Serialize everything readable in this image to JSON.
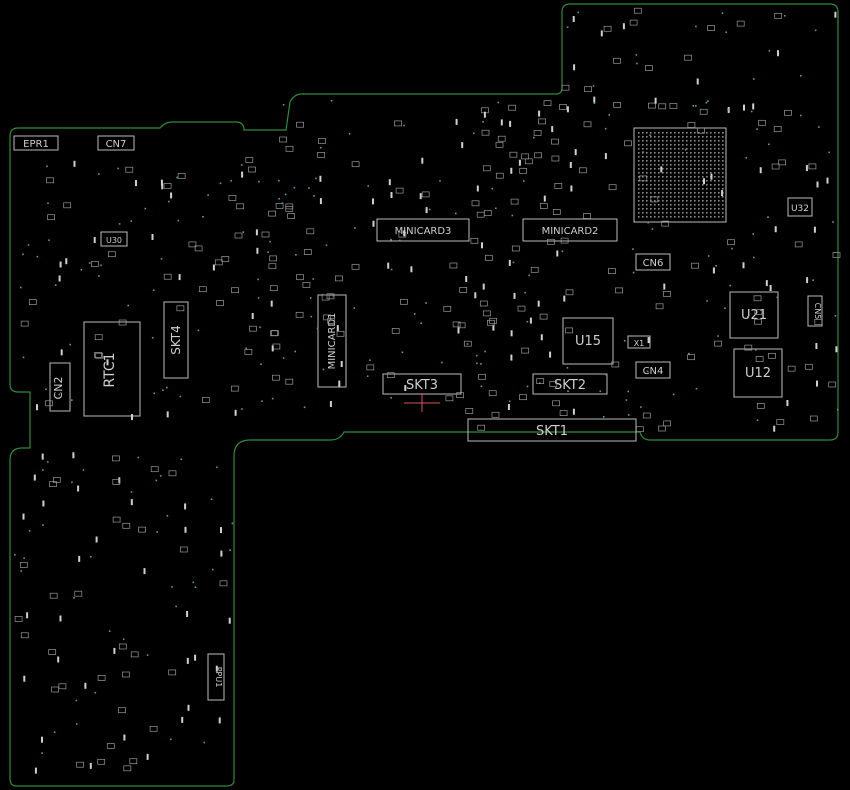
{
  "board": {
    "outline_color": "#2e8b3a",
    "component_color": "#bdbdbd",
    "label_color": "#cfcfcf",
    "pin_color": "#4aa3a0",
    "cross_color": "#d9534f"
  },
  "components": {
    "skt1": "SKT1",
    "skt2": "SKT2",
    "skt3": "SKT3",
    "skt4": "SKT4",
    "minicard1": "MINICARD1",
    "minicard2": "MINICARD2",
    "minicard3": "MINICARD3",
    "rtc1": "RTC1",
    "cn2": "CN2",
    "cn4": "CN4",
    "cn5": "CN5",
    "cn6": "CN6",
    "cn7": "CN7",
    "epr1": "EPR1",
    "u12": "U12",
    "u15": "U15",
    "u21": "U21",
    "u32": "U32",
    "u30": "U30",
    "x1": "X1",
    "ppu1": "PPU1"
  }
}
